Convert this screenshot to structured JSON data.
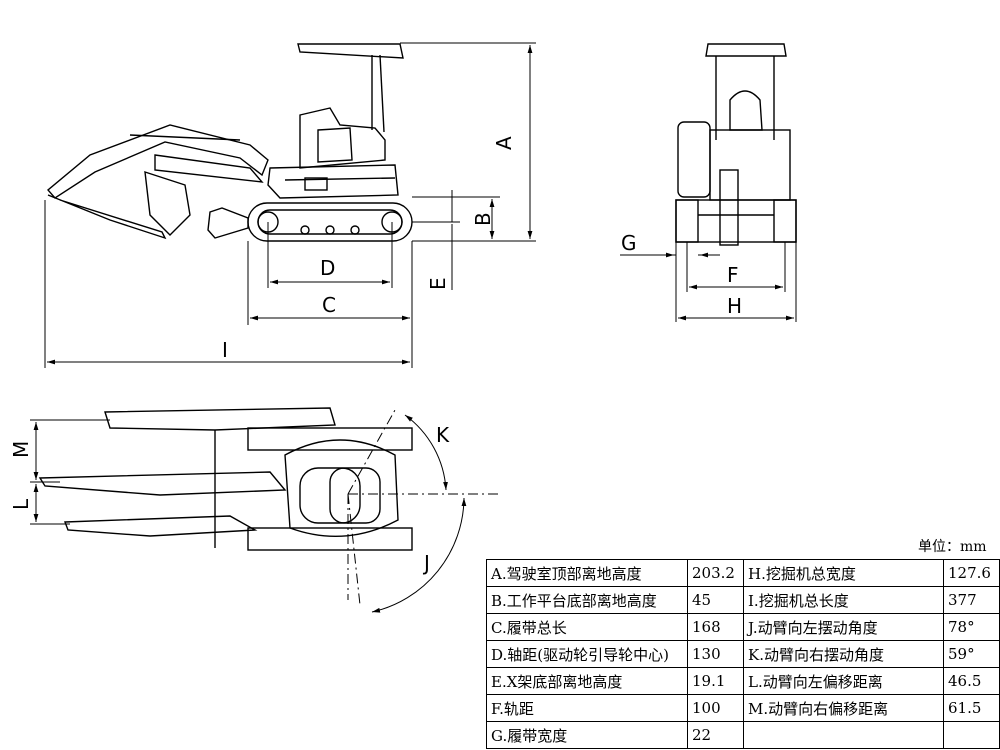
{
  "dim_labels": {
    "A": "A",
    "B": "B",
    "C": "C",
    "D": "D",
    "E": "E",
    "F": "F",
    "G": "G",
    "H": "H",
    "I": "I",
    "J": "J",
    "K": "K",
    "L": "L",
    "M": "M"
  },
  "unit_text": "单位：mm",
  "spec_rows": [
    {
      "left_label": "A.驾驶室顶部离地高度",
      "left_value": "203.2",
      "right_label": "H.挖掘机总宽度",
      "right_value": "127.6"
    },
    {
      "left_label": "B.工作平台底部离地高度",
      "left_value": "45",
      "right_label": "I.挖掘机总长度",
      "right_value": "377"
    },
    {
      "left_label": "C.履带总长",
      "left_value": "168",
      "right_label": "J.动臂向左摆动角度",
      "right_value": "78°"
    },
    {
      "left_label": "D.轴距(驱动轮引导轮中心)",
      "left_value": "130",
      "right_label": "K.动臂向右摆动角度",
      "right_value": "59°"
    },
    {
      "left_label": "E.X架底部离地高度",
      "left_value": "19.1",
      "right_label": "L.动臂向左偏移距离",
      "right_value": "46.5"
    },
    {
      "left_label": "F.轨距",
      "left_value": "100",
      "right_label": "M.动臂向右偏移距离",
      "right_value": "61.5"
    },
    {
      "left_label": "G.履带宽度",
      "left_value": "22",
      "right_label": "",
      "right_value": ""
    }
  ]
}
